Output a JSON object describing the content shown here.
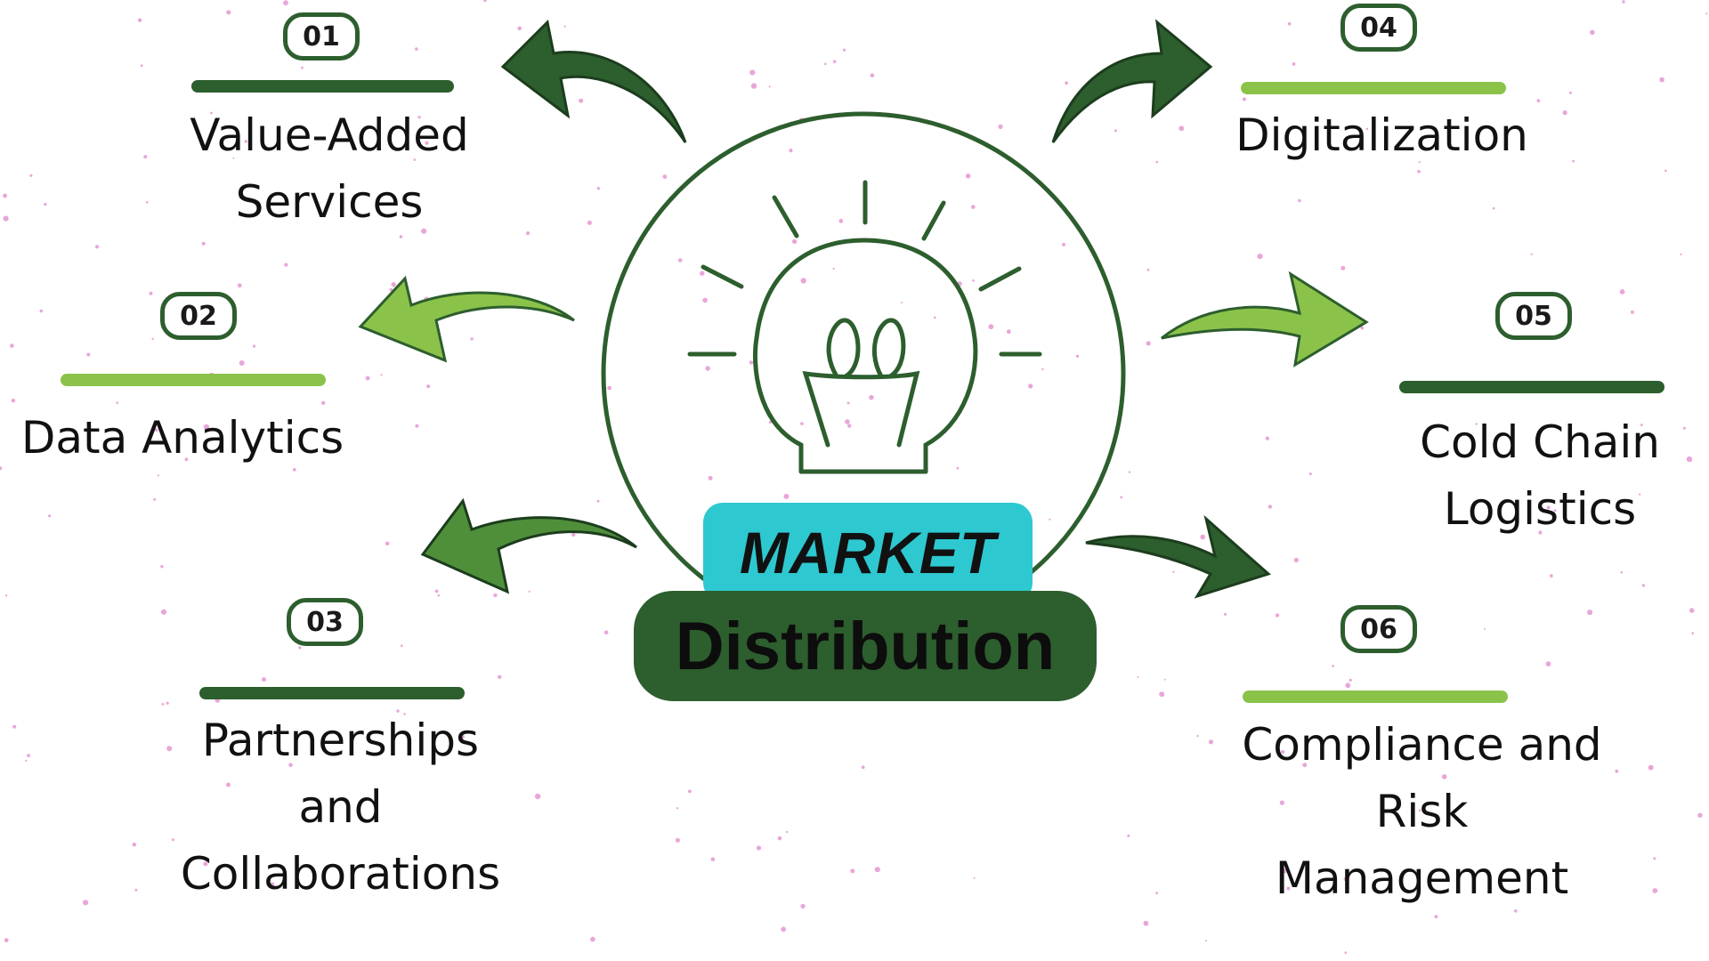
{
  "center": {
    "title_top": "MARKET",
    "title_bottom": "Distribution"
  },
  "items": [
    {
      "number": "01",
      "label_lines": [
        "Value-Added",
        "Services"
      ]
    },
    {
      "number": "02",
      "label_lines": [
        "Data Analytics"
      ]
    },
    {
      "number": "03",
      "label_lines": [
        "Partnerships",
        "and",
        "Collaborations"
      ]
    },
    {
      "number": "04",
      "label_lines": [
        "Digitalization"
      ]
    },
    {
      "number": "05",
      "label_lines": [
        "Cold Chain",
        "Logistics"
      ]
    },
    {
      "number": "06",
      "label_lines": [
        "Compliance and",
        "Risk",
        "Management"
      ]
    }
  ],
  "colors": {
    "dark_green": "#2d5e2e",
    "light_green": "#8bc34a",
    "cyan": "#2ec8d0",
    "dots": "#e9a6d9"
  },
  "icons": [
    "lightbulb-icon",
    "curved-arrow-icon"
  ]
}
